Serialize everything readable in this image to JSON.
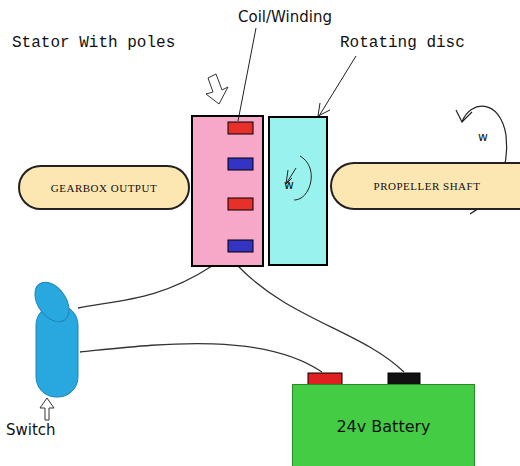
{
  "diagram": {
    "nodes": [
      {
        "text": [
          "GEARBOX OUTPUT"
        ]
      },
      {
        "text": [
          "w"
        ]
      },
      {
        "text": [
          "PROPELLER SHAFT"
        ]
      },
      {
        "text": [
          "24v Battery"
        ]
      }
    ],
    "labels": [
      "Coil/Winding",
      "Stator With poles",
      "Rotating disc",
      "w",
      "Switch"
    ]
  }
}
